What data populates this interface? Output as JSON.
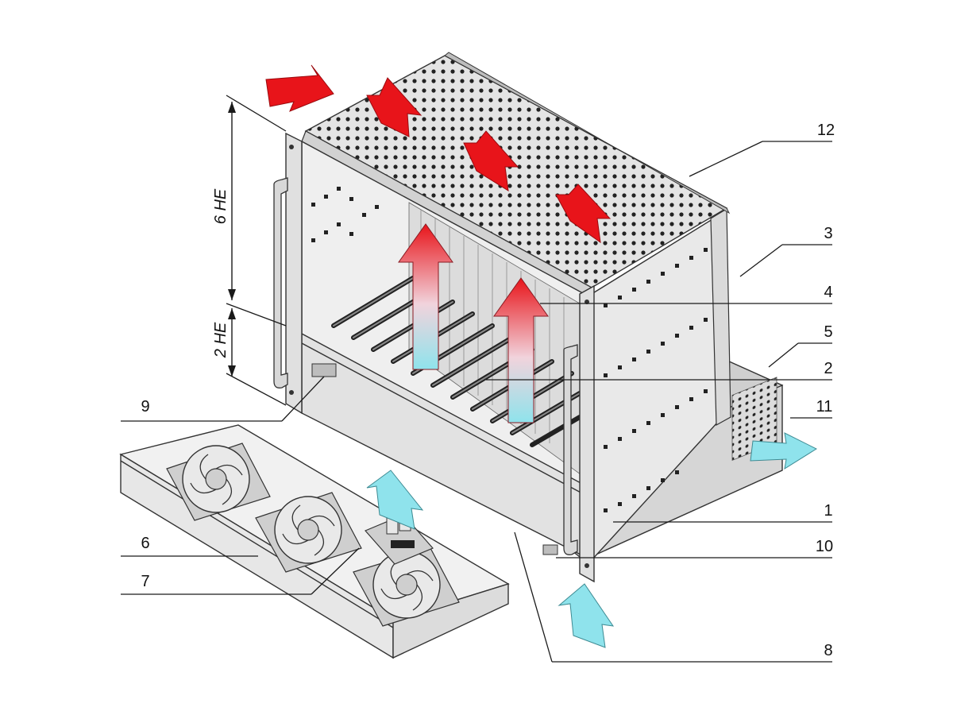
{
  "dimensions": {
    "upper": "6 HE",
    "lower": "2 HE"
  },
  "callouts": {
    "c1": "1",
    "c2": "2",
    "c3": "3",
    "c4": "4",
    "c5": "5",
    "c6": "6",
    "c7": "7",
    "c8": "8",
    "c9": "9",
    "c10": "10",
    "c11": "11",
    "c12": "12"
  },
  "colors": {
    "hot_air": "#e8141a",
    "cool_air": "#8fe3ec",
    "panel": "#e6e6e6",
    "panel_dark": "#c4c4c4",
    "outline": "#333333"
  }
}
